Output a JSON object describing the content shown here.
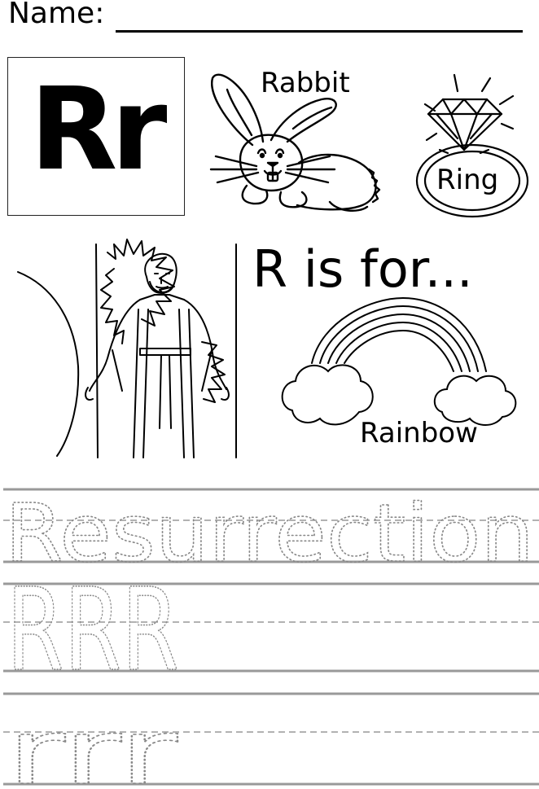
{
  "header": {
    "name_label": "Name:"
  },
  "letter_card": {
    "letters": "Rr"
  },
  "heading": "R is for...",
  "pictures": {
    "rabbit": {
      "label": "Rabbit",
      "icon": "rabbit-icon"
    },
    "ring": {
      "label": "Ring",
      "icon": "ring-icon"
    },
    "rainbow": {
      "label": "Rainbow",
      "icon": "rainbow-icon"
    },
    "resurrection": {
      "icon": "risen-figure-icon"
    }
  },
  "tracing": {
    "word": "Resurrection",
    "upper_row": "RRR",
    "lower_row": "rrr"
  },
  "colors": {
    "ink": "#000000",
    "rule": "#999999",
    "trace": "#888888"
  }
}
